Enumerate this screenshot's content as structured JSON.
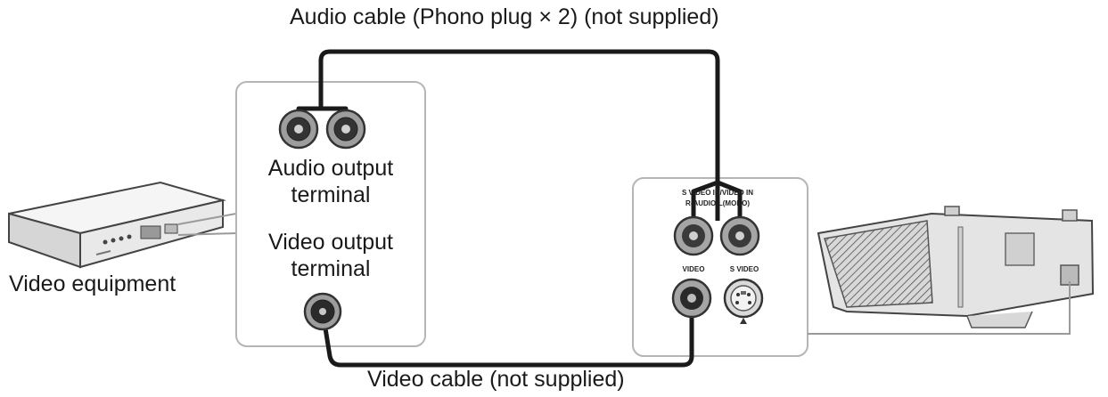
{
  "labels": {
    "audio_cable": "Audio cable (Phono plug × 2) (not supplied)",
    "video_cable": "Video cable (not supplied)",
    "audio_output_line1": "Audio output",
    "audio_output_line2": "terminal",
    "video_output_line1": "Video output",
    "video_output_line2": "terminal",
    "video_equipment": "Video equipment"
  },
  "panel": {
    "input_header_line1": "S VIDEO IN/VIDEO IN",
    "input_header_line2": "R-AUDIO-L(MONO)",
    "video_label": "VIDEO",
    "s_video_label": "S VIDEO"
  },
  "colors": {
    "cable": "#1a1a1a",
    "panel_border": "#b5b5b5",
    "device_fill": "#e9e9e9",
    "projector_fill": "#e4e4e4"
  }
}
